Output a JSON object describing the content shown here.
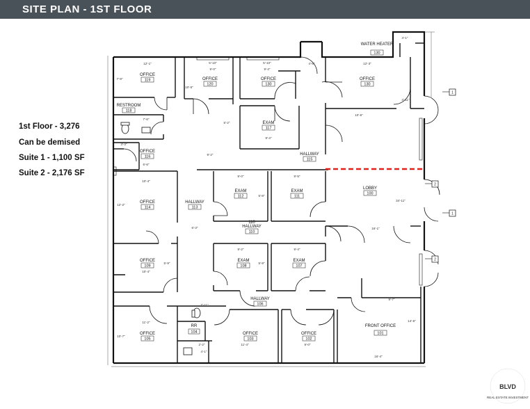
{
  "header": {
    "title": "SITE PLAN - 1ST FLOOR",
    "bg_color": "#4a5259"
  },
  "info": {
    "floor_total": "1st Floor - 3,276",
    "demise_note": "Can be demised",
    "suite1": "Suite 1 - 1,100 SF",
    "suite2": "Suite 2 - 2,176 SF"
  },
  "rooms": [
    {
      "name": "OFFICE",
      "number": "119"
    },
    {
      "name": "OFFICE",
      "number": "120"
    },
    {
      "name": "OFFICE",
      "number": "130"
    },
    {
      "name": "OFFICE",
      "number": "130"
    },
    {
      "name": "WATER HEATER",
      "number": "130"
    },
    {
      "name": "RESTROOM",
      "number": "118"
    },
    {
      "name": "EXAM",
      "number": "117"
    },
    {
      "name": "OFFICE",
      "number": "116"
    },
    {
      "name": "HALLWAY",
      "number": "115"
    },
    {
      "name": "EXAM",
      "number": "112"
    },
    {
      "name": "EXAM",
      "number": "111"
    },
    {
      "name": "LOBBY",
      "number": "100"
    },
    {
      "name": "OFFICE",
      "number": "114"
    },
    {
      "name": "HALLWAY",
      "number": "113"
    },
    {
      "name": "HALLWAY",
      "number": "110"
    },
    {
      "name": "OFFICE",
      "number": "109"
    },
    {
      "name": "EXAM",
      "number": "108"
    },
    {
      "name": "EXAM",
      "number": "107"
    },
    {
      "name": "HALLWAY",
      "number": "106"
    },
    {
      "name": "RR",
      "number": "104"
    },
    {
      "name": "OFFICE",
      "number": "105"
    },
    {
      "name": "OFFICE",
      "number": "103"
    },
    {
      "name": "OFFICE",
      "number": "102"
    },
    {
      "name": "FRONT OFFICE",
      "number": "101"
    }
  ],
  "dims": [
    "12'-1\"",
    "5'-10\"",
    "9'-0\"",
    "5'-10\"",
    "9'-4\"",
    "4'-6\"",
    "12'-3\"",
    "4'-1\"",
    "7'-9\"",
    "7'-6\"",
    "10'-5\"",
    "9'-4\"",
    "9'-2\"",
    "5'-2\"",
    "10'-6\"",
    "4'-11\"",
    "3'-3\"",
    "6'-6\"",
    "9'-0\"",
    "9'-5\"",
    "10'-4\"",
    "6'-3\"",
    "16'-1\"",
    "34'-11\"",
    "9'-2\"",
    "9'-4\"",
    "10'-4\"",
    "7'-11\"",
    "9'-7\"",
    "11'-2\"",
    "11'-4\"",
    "9'-0\"",
    "16'-4\"",
    "2'-2\"",
    "12'-2\"",
    "10'-7\"",
    "5'-8\"",
    "5'-9\"",
    "4'-1\"",
    "14'-6\"",
    "5'-9\""
  ],
  "callouts": [
    "1",
    "2",
    "1",
    "2"
  ],
  "logo": {
    "mark": "BLVD",
    "tagline": "REAL ESTATE INVESTMENT"
  },
  "colors": {
    "demise_line": "#e0221f",
    "walls": "#111111"
  }
}
